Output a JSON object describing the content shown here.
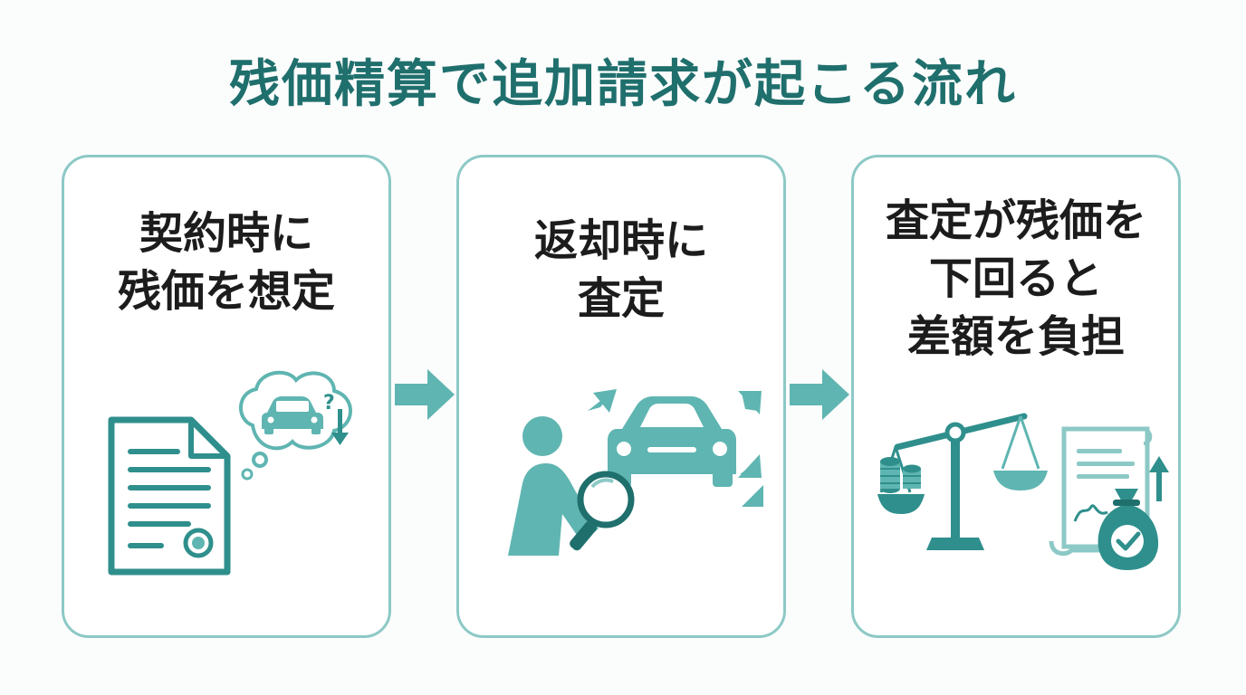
{
  "title": "残価精算で追加請求が起こる流れ",
  "steps": [
    {
      "lines": [
        "契約時に",
        "残価を想定"
      ]
    },
    {
      "lines": [
        "返却時に",
        "査定"
      ]
    },
    {
      "lines": [
        "査定が残価を",
        "下回ると",
        "差額を負担"
      ]
    }
  ],
  "icons": {
    "step1": [
      "contract-document-icon",
      "thought-bubble-icon",
      "car-icon",
      "question-mark-icon",
      "down-arrow-icon"
    ],
    "step2": [
      "inspector-person-icon",
      "magnifying-glass-icon",
      "car-icon",
      "expand-arrows-icon"
    ],
    "step3": [
      "balance-scale-icon",
      "coin-stack-icon",
      "invoice-document-icon",
      "money-bag-check-icon",
      "up-arrow-icon"
    ]
  },
  "colors": {
    "accent": "#2f8f8c",
    "icon_fill": "#5fb5b1",
    "title": "#1f6f6d",
    "border": "#8cc9c6"
  }
}
